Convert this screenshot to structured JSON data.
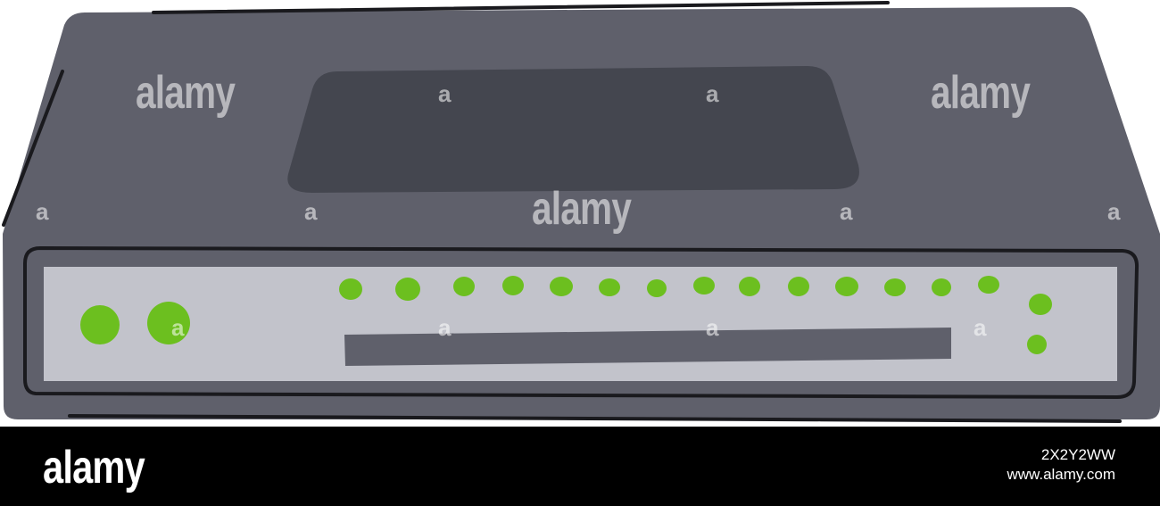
{
  "watermark": {
    "brand": "alamy",
    "letter": "a"
  },
  "footer": {
    "logo": "alamy",
    "image_id": "2X2Y2WW",
    "site": "www.alamy.com"
  },
  "colors": {
    "device_body": "#5f606b",
    "device_window": "#44464f",
    "panel": "#c2c3cb",
    "outline": "#1a1a1e",
    "led": "#6cbf1f",
    "slot": "#5f606b",
    "footer_bg": "#000000"
  },
  "icons": {
    "device": "router-icon",
    "led": "status-led-icon"
  }
}
